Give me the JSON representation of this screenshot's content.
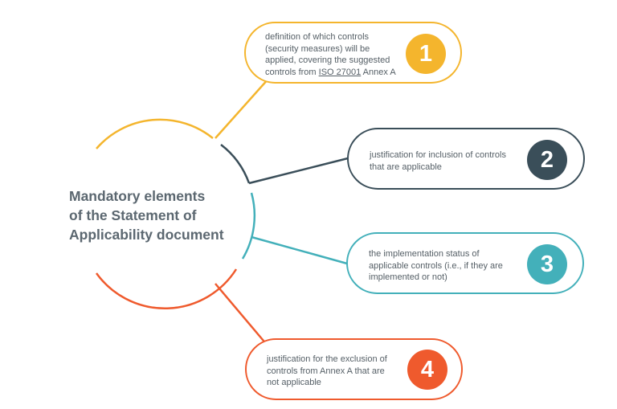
{
  "center": {
    "title_line1": "Mandatory elements",
    "title_line2": "of the Statement of",
    "title_line3": "Applicability document"
  },
  "items": [
    {
      "number": "1",
      "color": "#f4b52d",
      "line1": "definition of which controls",
      "line2": "(security measures) will be",
      "line3": "applied, covering the suggested",
      "line4_prefix": "controls from ",
      "line4_link": "ISO 27001",
      "line4_suffix": " Annex A"
    },
    {
      "number": "2",
      "color": "#3a4e59",
      "line1": "justification for inclusion of controls",
      "line2": "that are applicable"
    },
    {
      "number": "3",
      "color": "#43b0ba",
      "line1": "the implementation status of",
      "line2": "applicable controls (i.e., if they are",
      "line3": "implemented or not)"
    },
    {
      "number": "4",
      "color": "#ef5a2d",
      "line1": "justification for the exclusion of",
      "line2": "controls from Annex A that are",
      "line3": "not applicable"
    }
  ]
}
